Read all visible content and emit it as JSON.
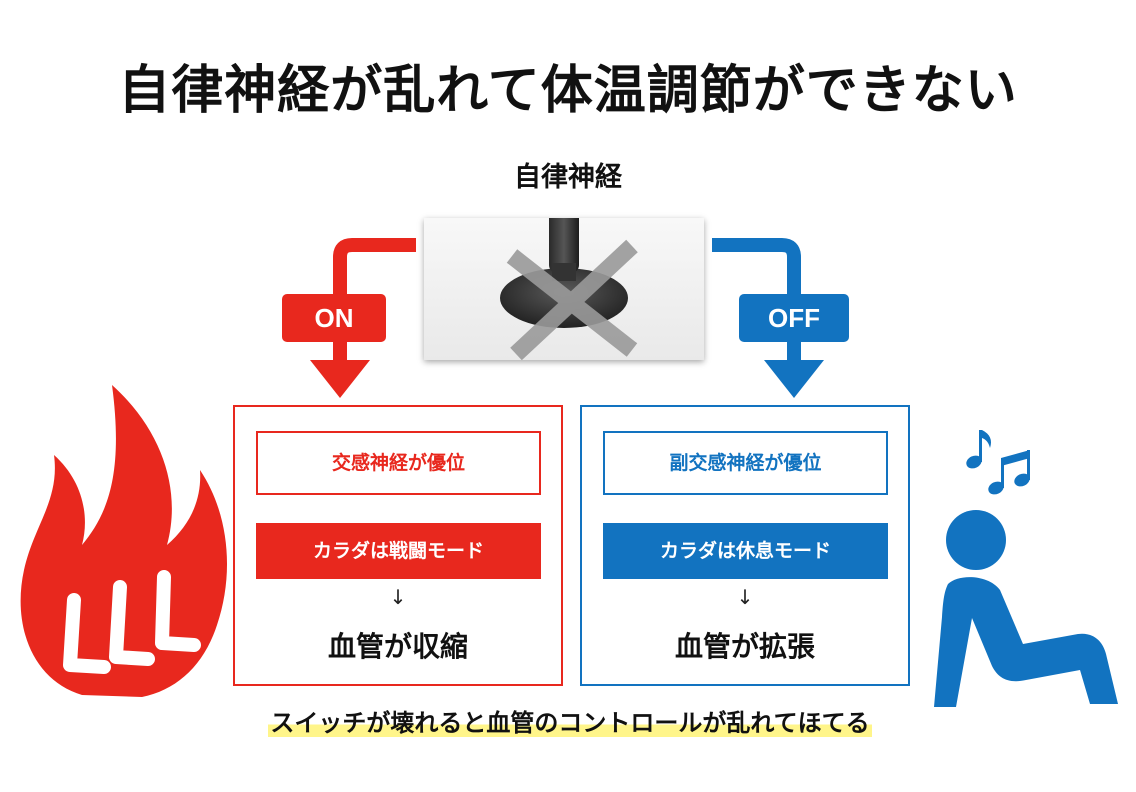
{
  "title": "自律神経が乱れて体温調節ができない",
  "switch": {
    "label": "自律神経",
    "status_icon": "cross-mark-icon"
  },
  "tags": {
    "on": "ON",
    "off": "OFF"
  },
  "left_panel": {
    "header": "交感神経が優位",
    "mode": "カラダは戦闘モード",
    "arrow": "↓",
    "result": "血管が収縮",
    "icon": "flame-icon"
  },
  "right_panel": {
    "header": "副交感神経が優位",
    "mode": "カラダは休息モード",
    "arrow": "↓",
    "result": "血管が拡張",
    "icon": "relaxing-person-icon"
  },
  "caption": "スイッチが壊れると血管のコントロールが乱れてほてる",
  "colors": {
    "red": "#e8281e",
    "blue": "#1273c0",
    "highlight": "#fff58a"
  }
}
